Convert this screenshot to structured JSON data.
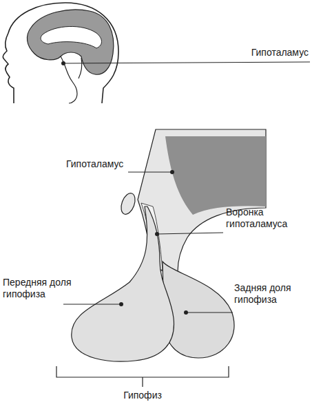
{
  "diagram": {
    "labels": [
      "Гипоталамус",
      "Гипоталамус",
      "Воронка гипоталамуса",
      "Передняя доля гипофиза",
      "Задняя доля гипофиза",
      "Гипофиз"
    ]
  }
}
